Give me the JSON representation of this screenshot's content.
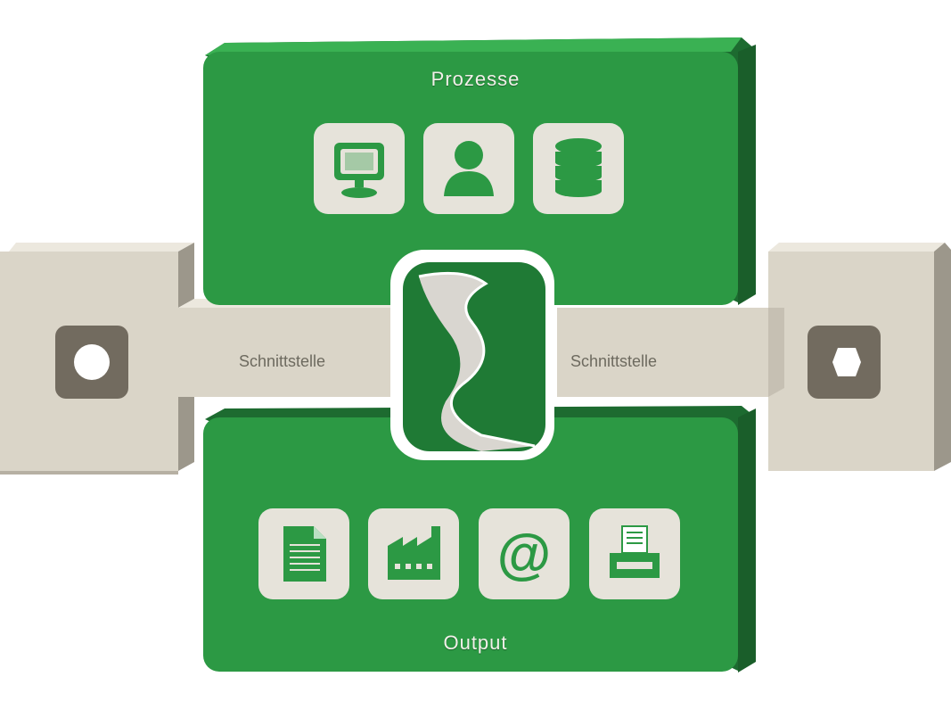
{
  "colors": {
    "green": "#2c9944",
    "green_dark": "#1d6b30",
    "beige": "#dad5c8",
    "beige_dark": "#8f8a7e",
    "icon_tile": "#e6e3da",
    "socket": "#726b5f"
  },
  "processes": {
    "title": "Prozesse",
    "icons": [
      "monitor-icon",
      "user-icon",
      "database-icon"
    ]
  },
  "output": {
    "title": "Output",
    "icons": [
      "document-icon",
      "factory-icon",
      "at-sign-icon",
      "printer-icon"
    ],
    "at_symbol": "@"
  },
  "interfaces": {
    "left_label": "Schnittstelle",
    "right_label": "Schnittstelle",
    "left_socket": "round-socket-icon",
    "right_socket": "hex-socket-icon"
  },
  "center": {
    "logo": "road-logo-icon"
  }
}
